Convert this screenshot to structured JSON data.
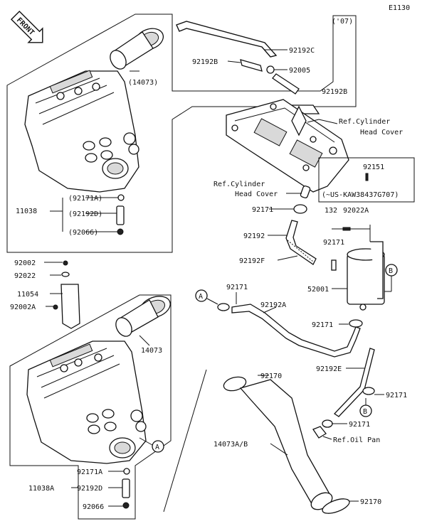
{
  "page_code": "E1130",
  "front_marker": "FRONT",
  "year_note": "('07)",
  "labels": {
    "p14073_top": "(14073)",
    "p14073_bottom": "14073",
    "p11038": "11038",
    "p11038a": "11038A",
    "p92171a_top": "(92171A)",
    "p92192d_top": "(92192D)",
    "p92066_top": "(92066)",
    "p92171a_bot": "92171A",
    "p92192d_bot": "92192D",
    "p92066_bot": "92066",
    "p92192c": "92192C",
    "p92192b_l": "92192B",
    "p92005": "92005",
    "p92192b_r": "92192B",
    "ref_cyl1_l1": "Ref.Cylinder",
    "ref_cyl1_l2": "Head Cover",
    "ref_cyl2_l1": "Ref.Cylinder",
    "ref_cyl2_l2": "Head Cover",
    "p92151": "92151",
    "kaw_note": "(~US-KAW38437G707)",
    "p92171_a": "92171",
    "p132": "132",
    "p92022a": "92022A",
    "p92192": "92192",
    "p92171_b": "92171",
    "p92192f": "92192F",
    "p52001": "52001",
    "p92002": "92002",
    "p92022": "92022",
    "p11054": "11054",
    "p92002a": "92002A",
    "p92171_c": "92171",
    "p92192a": "92192A",
    "p92171_d": "92171",
    "p92192e": "92192E",
    "p92170_top": "92170",
    "p92171_e": "92171",
    "p92171_f": "92171",
    "ref_oil_pan": "Ref.Oil Pan",
    "p14073ab": "14073A/B",
    "p92170_bot": "92170"
  },
  "callouts": {
    "a": "A",
    "b": "B"
  }
}
